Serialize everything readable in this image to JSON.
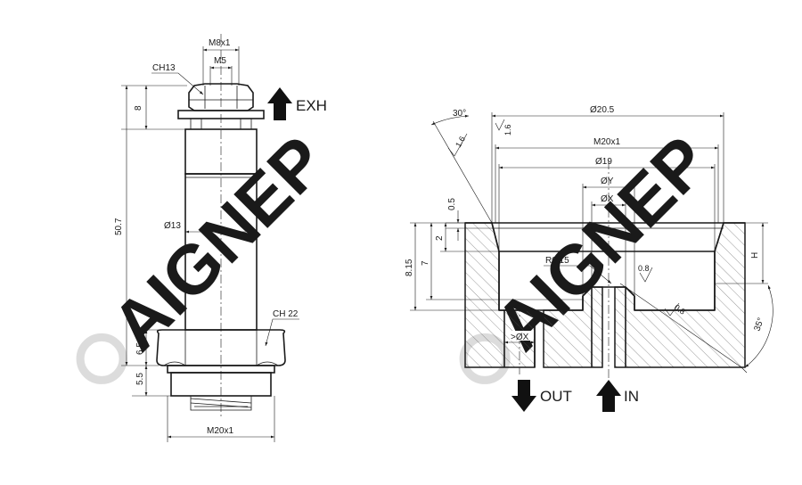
{
  "watermark": {
    "text": "AIGNEP"
  },
  "left_view": {
    "nut_thread": "M8x1",
    "inner_thread": "M5",
    "nut_width": "CH13",
    "nut_height": "8",
    "total_length": "50.7",
    "body_diameter": "Ø13",
    "hex_width": "CH 22",
    "hex_height": "6.5",
    "thread_length": "5.5",
    "bottom_thread": "M20x1",
    "exh_label": "EXH"
  },
  "right_view": {
    "chamfer_angle": "30°",
    "roughness_a": "1.6",
    "roughness_b": "1.6",
    "outer_diameter": "Ø20.5",
    "thread": "M20x1",
    "diameter_19": "Ø19",
    "diameter_y": "ØY",
    "diameter_x": "ØX",
    "depth_05": "0.5",
    "depth_2": "2",
    "depth_7": "7",
    "depth_815": "8.15",
    "radius": "R0.15",
    "roughness_c": "0.8",
    "roughness_d": "0.8",
    "height_h": "H",
    "angle_35": "35°",
    "min_x": ">ØX",
    "out_label": "OUT",
    "in_label": "IN"
  }
}
